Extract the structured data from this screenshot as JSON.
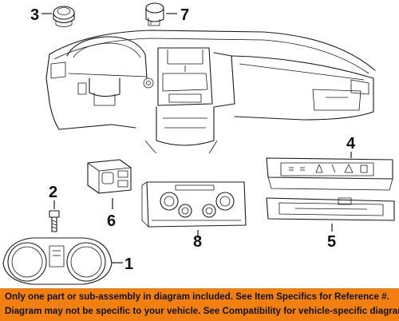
{
  "diagram": {
    "callouts": [
      "3",
      "7",
      "2",
      "6",
      "8",
      "4",
      "5",
      "1"
    ]
  },
  "notice": {
    "line1": "Only one part or sub-assembly in diagram included. See Item Specifics for Reference #.",
    "line2": "Diagram may not be specific to your vehicle. See Compatibility for vehicle-specific diagrams.",
    "background_color": "#f27f12",
    "text_color": "#111111"
  }
}
